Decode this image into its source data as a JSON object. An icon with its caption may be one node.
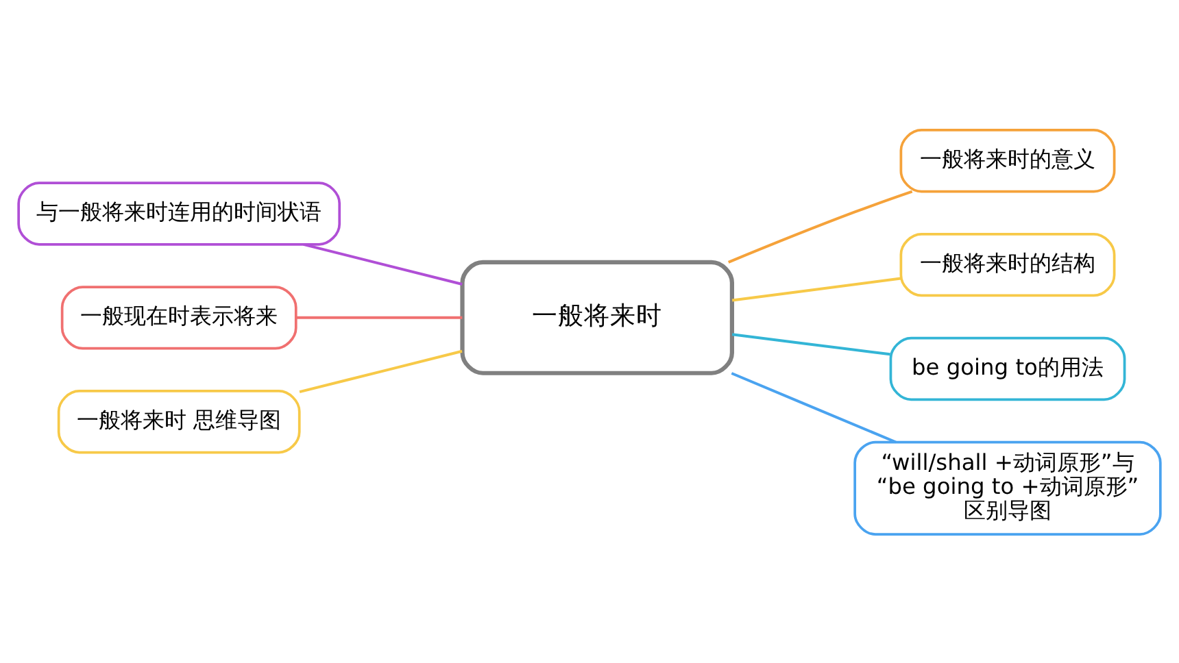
{
  "diagram": {
    "nodes": [
      {
        "text": [
          "一般将来时"
        ]
      },
      {
        "text": [
          "一般将来时的意义"
        ]
      },
      {
        "text": [
          "一般将来时的结构"
        ]
      },
      {
        "text": [
          "be going to的用法"
        ]
      },
      {
        "text": [
          "“will/shall +动词原形”与 “be going to +动词原形” 区别导图"
        ]
      },
      {
        "text": [
          "与一般将来时连用的时间状语"
        ]
      },
      {
        "text": [
          "一般现在时表示将来"
        ]
      },
      {
        "text": [
          "一般将来时 思维导图"
        ]
      }
    ],
    "edges": [
      {
        "from": 0,
        "to": 1,
        "arrow": "none",
        "color": "#f5a23a"
      },
      {
        "from": 0,
        "to": 2,
        "arrow": "none",
        "color": "#f7c948"
      },
      {
        "from": 0,
        "to": 3,
        "arrow": "none",
        "color": "#33b5d6"
      },
      {
        "from": 0,
        "to": 4,
        "arrow": "none",
        "color": "#4aa3f0"
      },
      {
        "from": 0,
        "to": 5,
        "arrow": "none",
        "color": "#b04fd6"
      },
      {
        "from": 0,
        "to": 6,
        "arrow": "none",
        "color": "#f07070"
      },
      {
        "from": 0,
        "to": 7,
        "arrow": "none",
        "color": "#f7c948"
      }
    ]
  }
}
